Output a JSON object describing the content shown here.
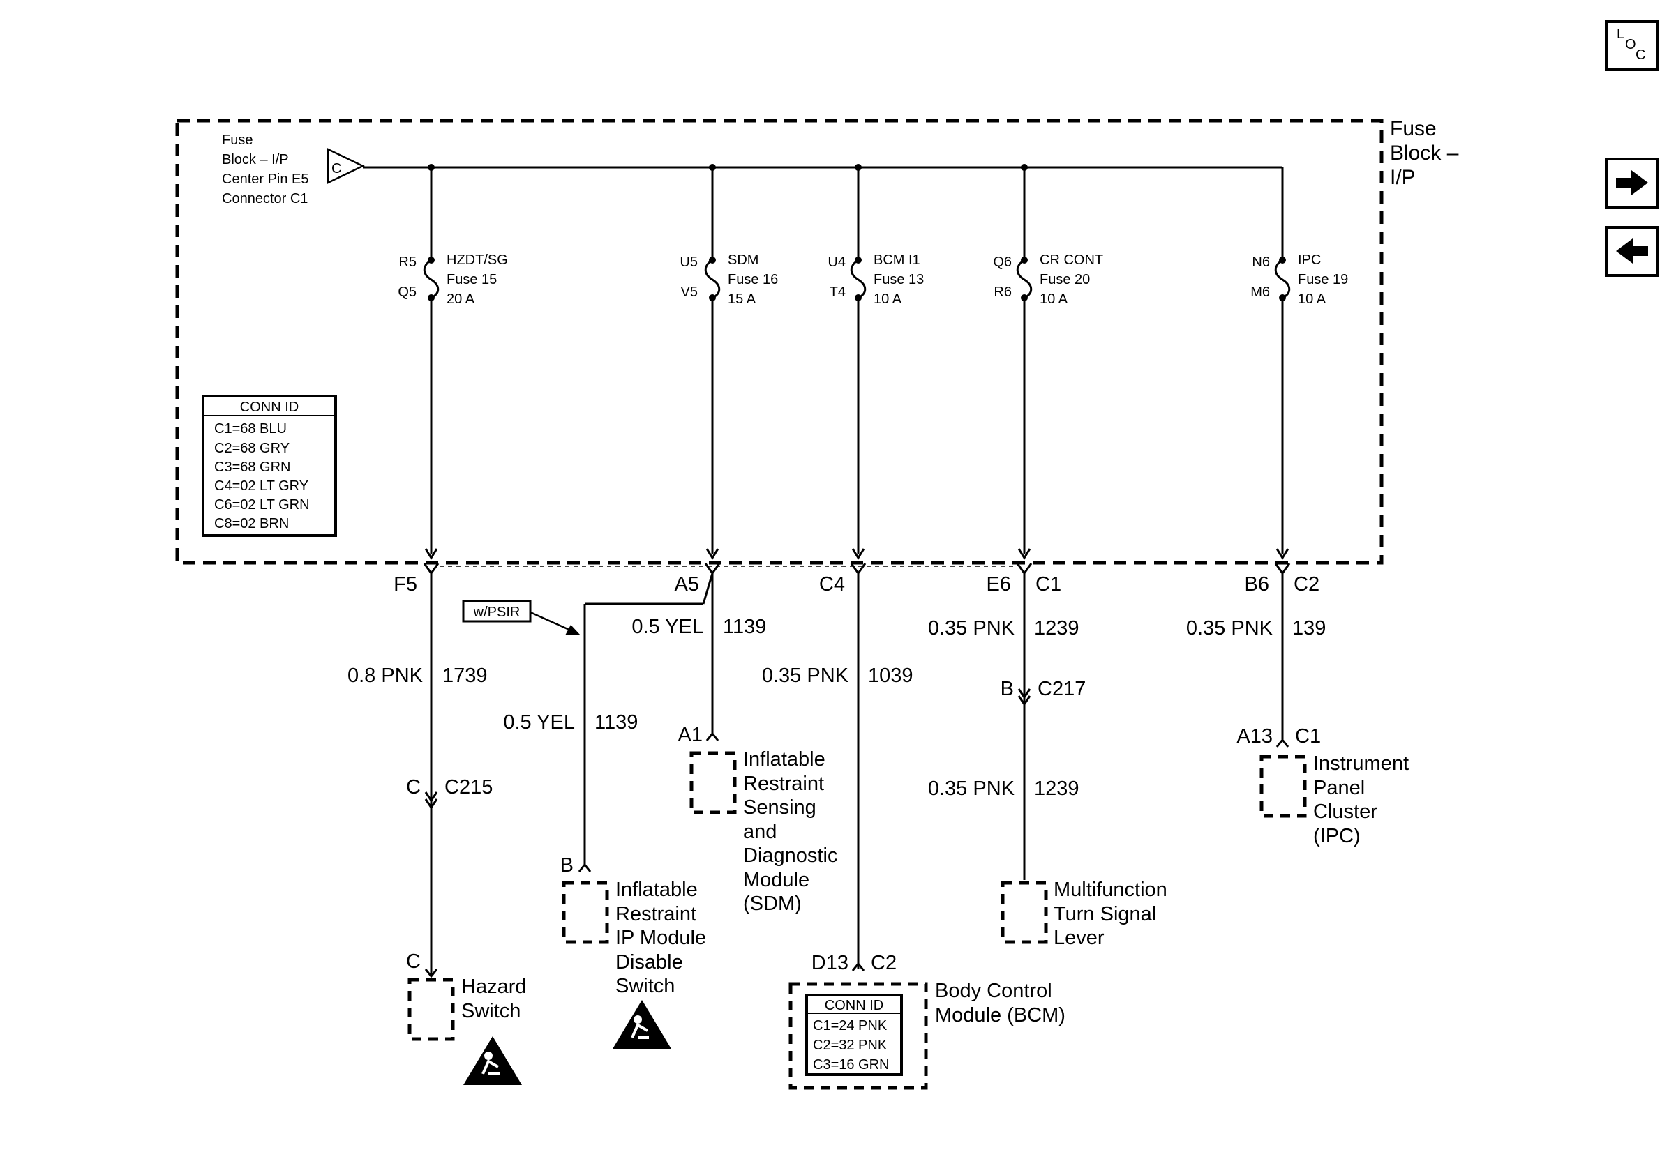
{
  "nav": {
    "loc_l": "L",
    "loc_o": "O",
    "loc_c": "C"
  },
  "fuse_block": {
    "title_lines": [
      "Fuse",
      "Block –",
      "I/P"
    ],
    "source_lines": [
      "Fuse",
      "Block – I/P",
      "Center Pin E5",
      "Connector C1"
    ],
    "source_pin": "C"
  },
  "conn_id_fuse": {
    "header": "CONN ID",
    "rows": [
      "C1=68 BLU",
      "C2=68 GRY",
      "C3=68 GRN",
      "C4=02 LT GRY",
      "C6=02 LT GRN",
      "C8=02 BRN"
    ]
  },
  "fuses": [
    {
      "in_cav": "R5",
      "out_cav": "Q5",
      "name": "HZDT/SG",
      "fuse": "Fuse 15",
      "rating": "20 A"
    },
    {
      "in_cav": "U5",
      "out_cav": "V5",
      "name": "SDM",
      "fuse": "Fuse 16",
      "rating": "15 A"
    },
    {
      "in_cav": "U4",
      "out_cav": "T4",
      "name": "BCM I1",
      "fuse": "Fuse 13",
      "rating": "10 A"
    },
    {
      "in_cav": "Q6",
      "out_cav": "R6",
      "name": "CR CONT",
      "fuse": "Fuse 20",
      "rating": "10 A"
    },
    {
      "in_cav": "N6",
      "out_cav": "M6",
      "name": "IPC",
      "fuse": "Fuse 19",
      "rating": "10 A"
    }
  ],
  "outputs": {
    "f5": "F5",
    "a5": "A5",
    "c4": "C4",
    "e6": "E6",
    "c1": "C1",
    "b6": "B6",
    "c2": "C2"
  },
  "option_tag": "w/PSIR",
  "wires": {
    "hzdt_color": "0.8 PNK",
    "hzdt_circuit": "1739",
    "sdm_color": "0.5 YEL",
    "sdm_circuit": "1139",
    "psir_color": "0.5 YEL",
    "psir_circuit": "1139",
    "bcm_color": "0.35 PNK",
    "bcm_circuit": "1039",
    "cr_color_upper": "0.35 PNK",
    "cr_circuit_upper": "1239",
    "cr_color_lower": "0.35 PNK",
    "cr_circuit_lower": "1239",
    "ipc_color": "0.35 PNK",
    "ipc_circuit": "139"
  },
  "inline_connectors": {
    "c215_pin": "C",
    "c215_name": "C215",
    "c217_pin": "B",
    "c217_name": "C217"
  },
  "components": {
    "hazard": {
      "pin": "C",
      "lines": [
        "Hazard",
        "Switch"
      ]
    },
    "ip_disable": {
      "pin": "B",
      "lines": [
        "Inflatable",
        "Restraint",
        "IP Module",
        "Disable",
        "Switch"
      ]
    },
    "sdm": {
      "pin": "A1",
      "lines": [
        "Inflatable",
        "Restraint",
        "Sensing",
        "and",
        "Diagnostic",
        "Module",
        "(SDM)"
      ]
    },
    "bcm": {
      "pin": "D13",
      "conn": "C2",
      "lines": [
        "Body Control",
        "Module (BCM)"
      ]
    },
    "turn_signal": {
      "lines": [
        "Multifunction",
        "Turn Signal",
        "Lever"
      ]
    },
    "ipc": {
      "pin": "A13",
      "conn": "C1",
      "lines": [
        "Instrument",
        "Panel",
        "Cluster",
        "(IPC)"
      ]
    }
  },
  "conn_id_bcm": {
    "header": "CONN ID",
    "rows": [
      "C1=24 PNK",
      "C2=32 PNK",
      "C3=16 GRN"
    ]
  }
}
